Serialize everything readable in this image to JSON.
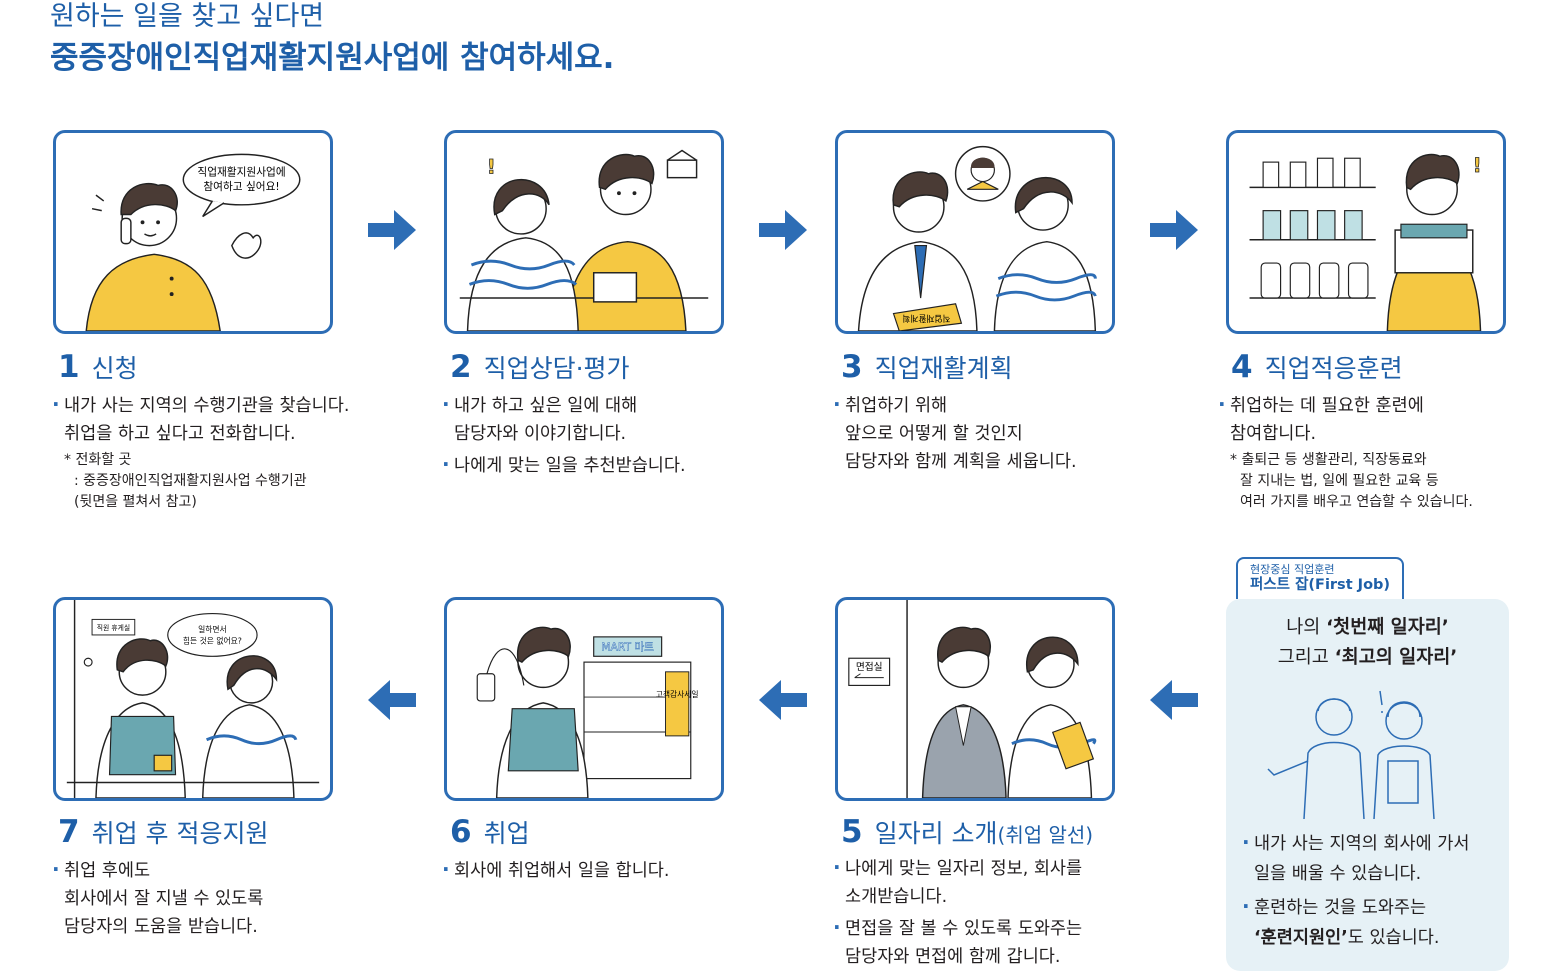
{
  "header": {
    "subtitle": "원하는 일을 찾고 싶다면",
    "title": "중증장애인직업재활지원사업에 참여하세요."
  },
  "steps": [
    {
      "num": "1",
      "title": "신청",
      "lines": [
        "내가 사는 지역의 수행기관을 찾습니다.",
        "취업을 하고 싶다고 전화합니다."
      ],
      "notes": [
        "* 전화할 곳",
        ": 중증장애인직업재활지원사업 수행기관",
        "(뒷면을 펼쳐서 참고)"
      ],
      "bubble": [
        "직업재활지원사업에",
        "참여하고 싶어요!"
      ]
    },
    {
      "num": "2",
      "title": "직업상담·평가",
      "lines": [
        "내가 하고 싶은 일에 대해",
        "담당자와 이야기합니다.",
        "나에게 맞는 일을 추천받습니다."
      ]
    },
    {
      "num": "3",
      "title": "직업재활계획",
      "lines": [
        "취업하기 위해",
        "앞으로 어떻게 할 것인지",
        "담당자와 함께 계획을 세웁니다."
      ],
      "doc_label": "직업재활계획"
    },
    {
      "num": "4",
      "title": "직업적응훈련",
      "lines": [
        "취업하는 데 필요한 훈련에",
        "참여합니다."
      ],
      "notes": [
        "* 출퇴근 등 생활관리, 직장동료와",
        "잘 지내는 법, 일에 필요한 교육 등",
        "여러 가지를 배우고 연습할 수 있습니다."
      ]
    },
    {
      "num": "5",
      "title": "일자리 소개",
      "title_note": "(취업 알선)",
      "lines": [
        "나에게 맞는 일자리 정보, 회사를",
        "소개받습니다.",
        "면접을 잘 볼 수 있도록 도와주는",
        "담당자와 면접에 함께 갑니다."
      ],
      "sign": "면접실"
    },
    {
      "num": "6",
      "title": "취업",
      "lines": [
        "회사에 취업해서 일을 합니다."
      ],
      "mart_sign": "MART 마트",
      "poster": "고객감사세일"
    },
    {
      "num": "7",
      "title": "취업 후 적응지원",
      "lines": [
        "취업 후에도",
        "회사에서 잘 지낼 수 있도록",
        "담당자의 도움을 받습니다."
      ],
      "room_sign": "직원 휴게실",
      "bubble": [
        "일하면서",
        "힘든 것은 없어요?"
      ]
    }
  ],
  "first_job": {
    "tag_small": "현장중심 직업훈련",
    "tag_big": "퍼스트 잡(First Job)",
    "head1_a": "나의 ",
    "head1_b": "‘첫번째 일자리’",
    "head2_a": "그리고 ",
    "head2_b": "‘최고의 일자리’",
    "bullet1": [
      "내가 사는 지역의 회사에 가서",
      "일을 배울 수 있습니다."
    ],
    "bullet2_a": "훈련하는 것을 도와주는",
    "bullet2_b": "‘훈련지원인’",
    "bullet2_c": "도 있습니다."
  },
  "colors": {
    "accent": "#1e5fa8",
    "border": "#2d6db5",
    "yellow": "#f5c842",
    "teal": "#6aa7b0",
    "panel": "#e6f1f6",
    "gray_suit": "#9aa3ad"
  }
}
